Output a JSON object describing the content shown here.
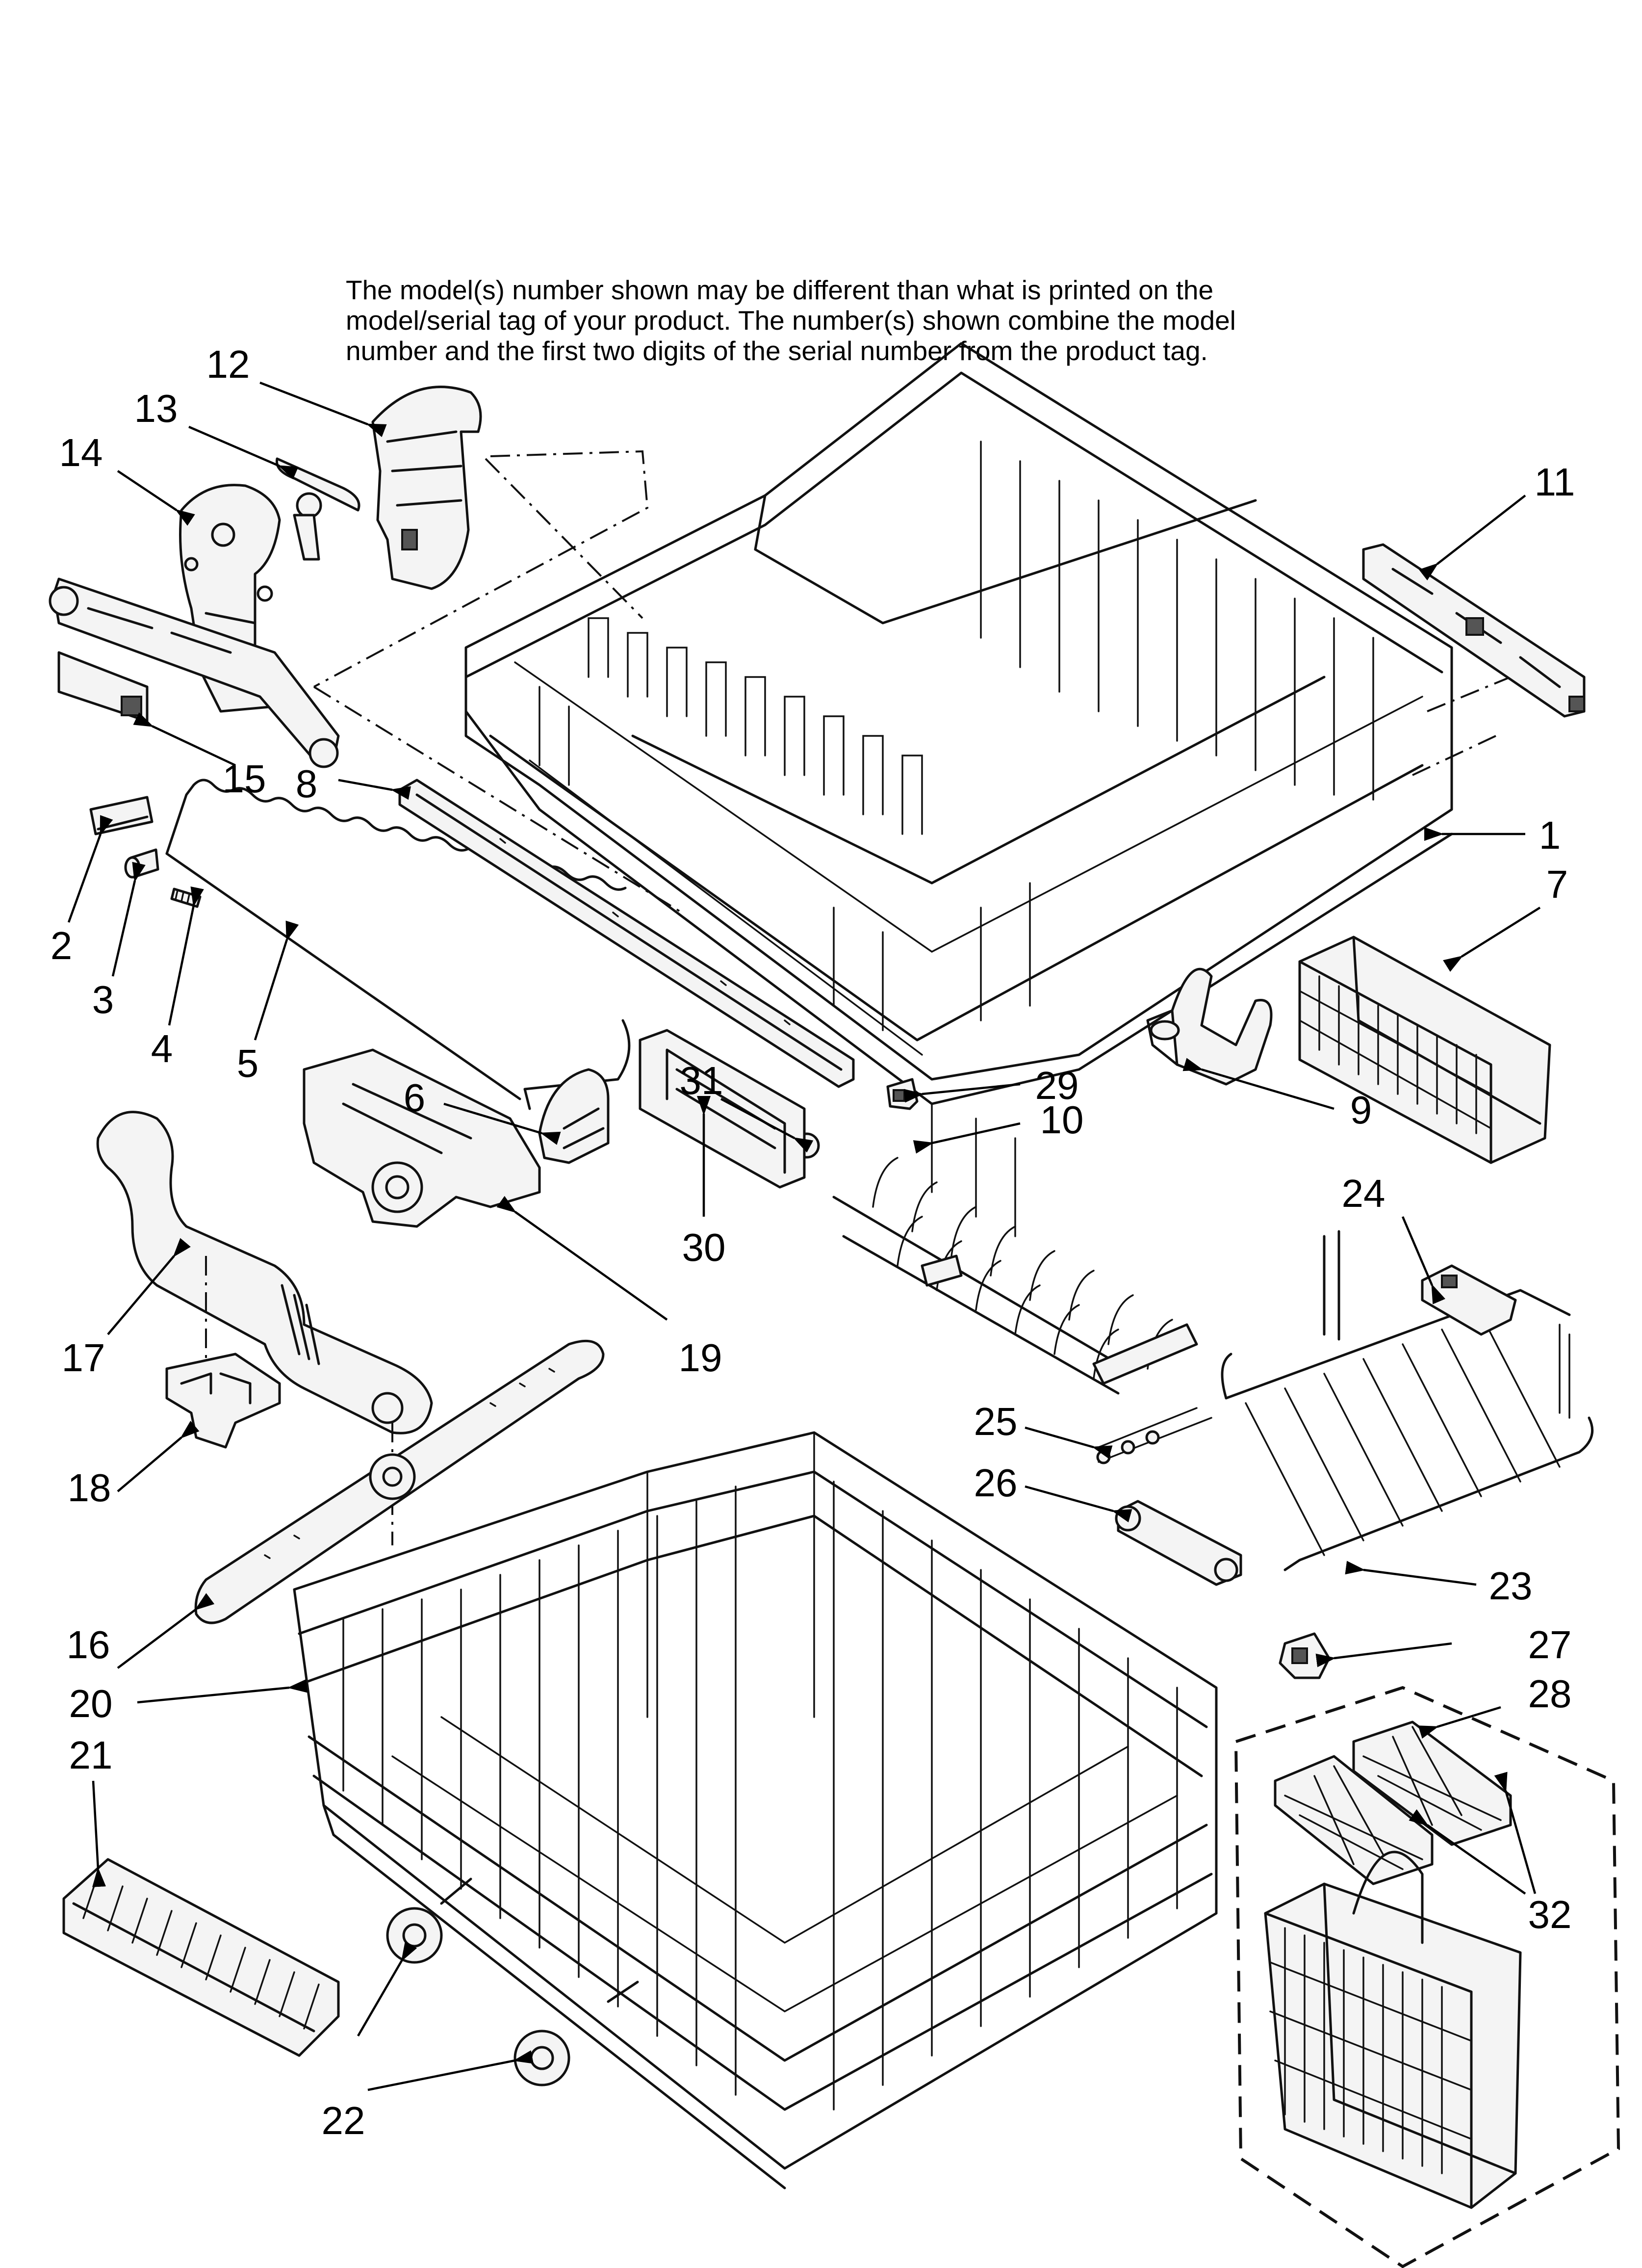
{
  "note": {
    "lines": [
      "The model(s) number shown may be different than what is printed on the",
      "model/serial tag of your product. The number(s) shown combine the model",
      "number and the first two digits of the serial number from the product tag."
    ]
  },
  "callouts": {
    "c1": "1",
    "c2": "2",
    "c3": "3",
    "c4": "4",
    "c5": "5",
    "c6": "6",
    "c7": "7",
    "c8": "8",
    "c9": "9",
    "c10": "10",
    "c11": "11",
    "c12": "12",
    "c13": "13",
    "c14": "14",
    "c15": "15",
    "c16": "16",
    "c17": "17",
    "c18": "18",
    "c19": "19",
    "c20": "20",
    "c21": "21",
    "c22": "22",
    "c23": "23",
    "c24": "24",
    "c25": "25",
    "c26": "26",
    "c27": "27",
    "c28": "28",
    "c29": "29",
    "c30": "30",
    "c31": "31",
    "c32": "32"
  }
}
